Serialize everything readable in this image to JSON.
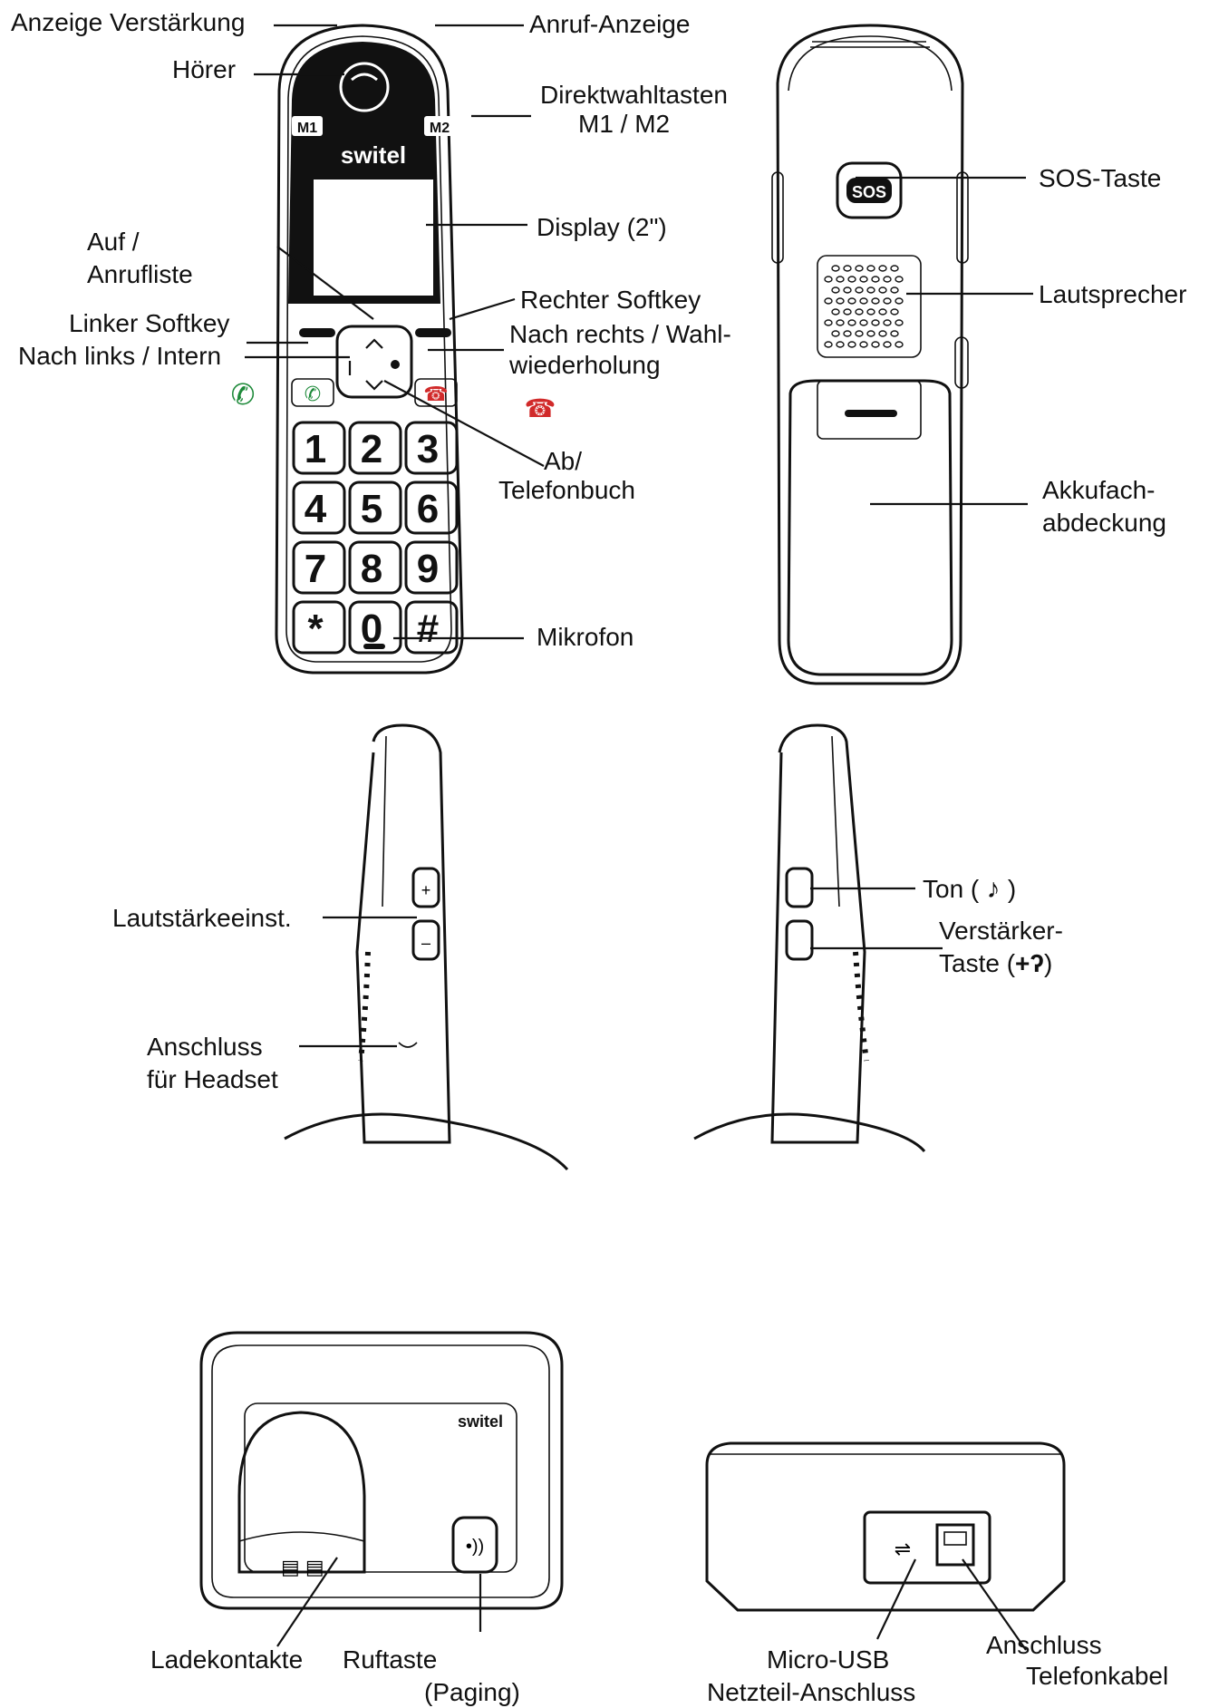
{
  "brand": "switel",
  "icons": {
    "call_accept": "phone-accept-icon",
    "call_end": "phone-end-icon",
    "sos": "sos-button-icon",
    "paging": "paging-icon",
    "usb": "usb-icon",
    "phone_jack": "rj11-jack-icon",
    "music_note": "music-note-icon",
    "ear_amplifier": "ear-amplifier-icon"
  },
  "colors": {
    "accept": "#1e8a3a",
    "end": "#d12a2a",
    "outline": "#111111"
  },
  "front": {
    "memory_keys": [
      "M1",
      "M2"
    ],
    "keypad": [
      "1",
      "2",
      "3",
      "4",
      "5",
      "6",
      "7",
      "8",
      "9",
      "*",
      "0",
      "#"
    ],
    "sos_key": "SOS",
    "labels": {
      "amp_indicator": "Anzeige Verstärkung",
      "call_indicator": "Anruf-Anzeige",
      "earpiece": "Hörer",
      "direct_keys_1": "Direktwahltasten",
      "direct_keys_2": "M1 / M2",
      "display": "Display (2\")",
      "up_1": "Auf /",
      "up_2": "Anrufliste",
      "right_softkey": "Rechter Softkey",
      "right_nav_1": "Nach rechts / Wahl-",
      "right_nav_2": "wiederholung",
      "left_softkey": "Linker Softkey",
      "left_nav": "Nach links / Intern",
      "down_1": "Ab/",
      "down_2": "Telefonbuch",
      "microphone": "Mikrofon"
    }
  },
  "back": {
    "sos": "SOS-Taste",
    "speaker": "Lautsprecher",
    "battery_1": "Akkufach-",
    "battery_2": "abdeckung"
  },
  "side": {
    "volume": "Lautstärkeeinst.",
    "headset_1": "Anschluss",
    "headset_2": "für Headset",
    "tone_pre": "Ton (",
    "tone_post": ")",
    "amp_1": "Verstärker-",
    "amp_2_pre": "Taste (",
    "amp_2_post": ")"
  },
  "base": {
    "charge": "Ladekontakte",
    "page_1": "Ruftaste",
    "page_2": "(Paging)",
    "usb_1": "Micro-USB",
    "usb_2": "Netzteil-Anschluss",
    "line_1": "Anschluss",
    "line_2": "Telefonkabel"
  }
}
